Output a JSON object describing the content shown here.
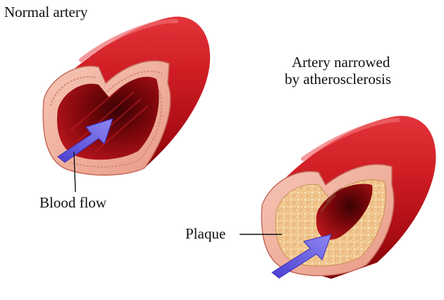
{
  "labels": {
    "normal": "Normal artery",
    "narrowed_line1": "Artery narrowed",
    "narrowed_line2": "by atherosclerosis",
    "blood_flow": "Blood flow",
    "plaque": "Plaque"
  },
  "colors": {
    "artery_red": "#c8141c",
    "artery_dark": "#6e0508",
    "wall_pink": "#f2b6a4",
    "lumen_red": "#9a0c12",
    "plaque_yellow": "#f3c98e",
    "arrow_blue": "#6f63e6"
  }
}
